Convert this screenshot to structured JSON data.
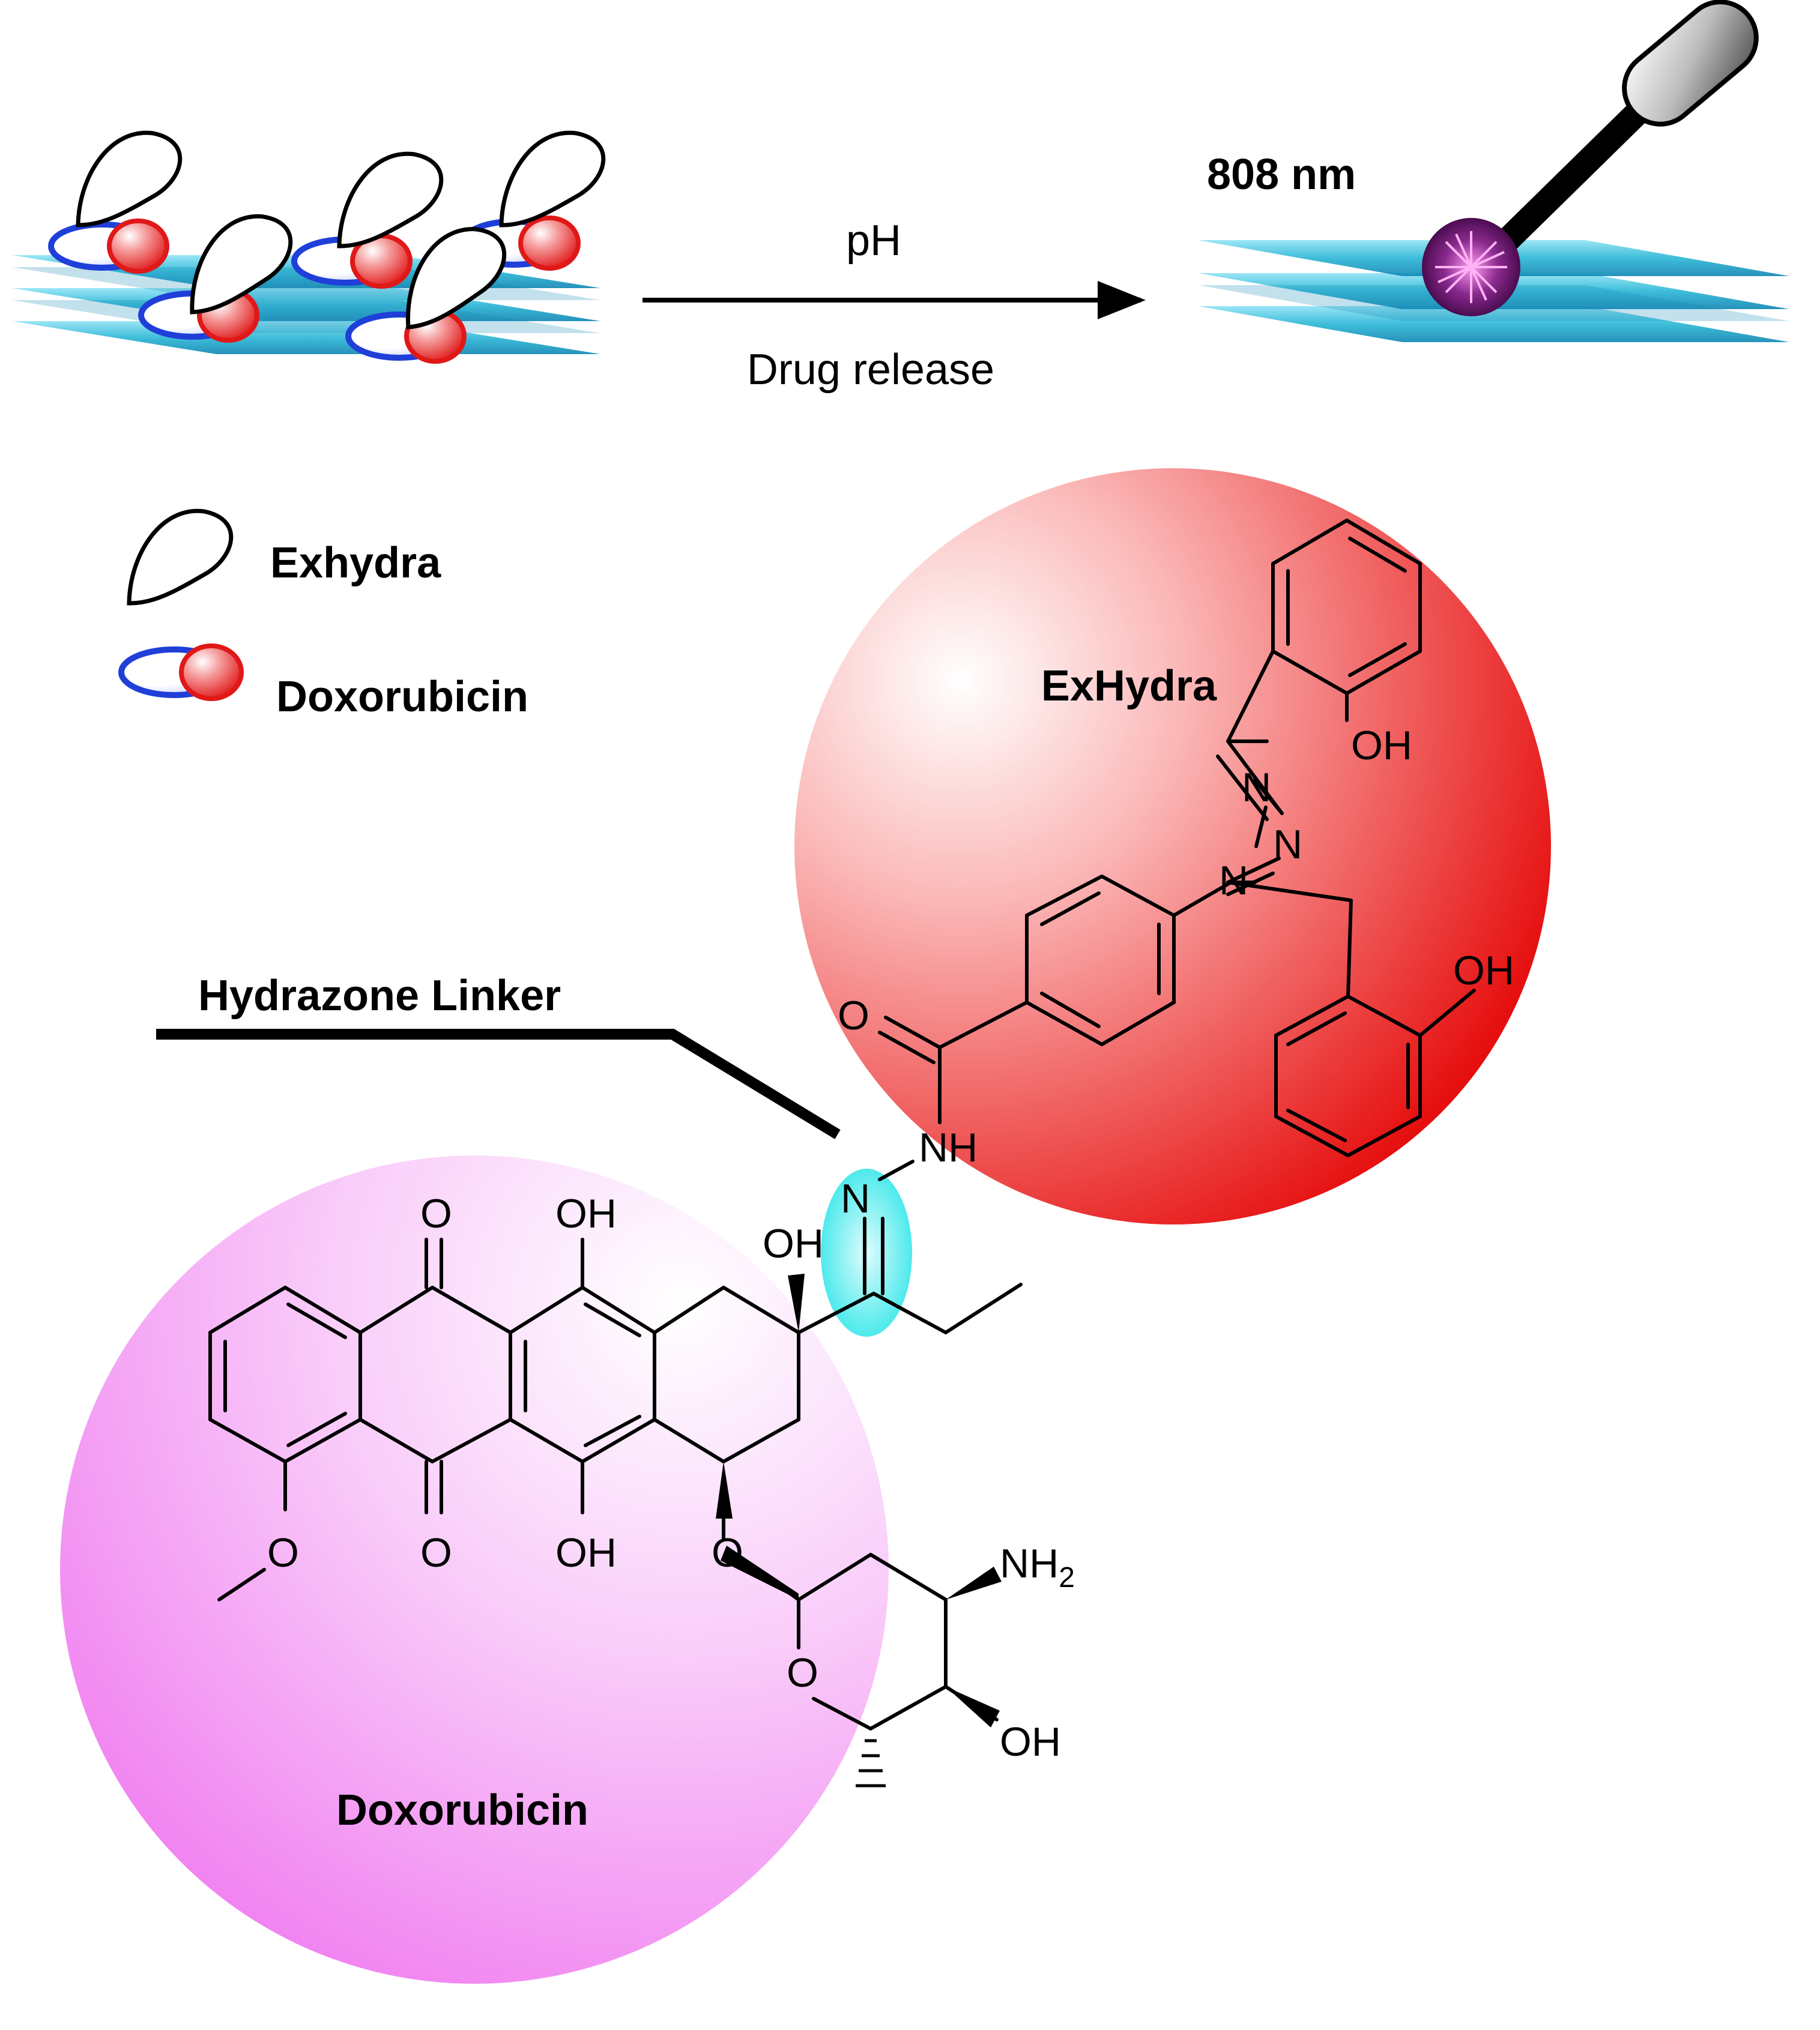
{
  "top_scheme": {
    "arrow_label_top": "pH",
    "arrow_label_bottom": "Drug release",
    "laser_label": "808 nm"
  },
  "legend": {
    "exhydra": "Exhydra",
    "doxorubicin": "Doxorubicin"
  },
  "structure": {
    "exhydra_label": "ExHydra",
    "doxorubicin_label": "Doxorubicin",
    "linker_label": "Hydrazone Linker",
    "atoms": {
      "oh": "OH",
      "o": "O",
      "n": "N",
      "nh": "NH",
      "nh2": "NH",
      "nh2_sub": "2"
    }
  },
  "colors": {
    "sheet": "#29b6d6",
    "sphere_red": "#ee1111",
    "sphere_pink": "#f07df0",
    "hydrazone_highlight": "#30e6e8",
    "dox_blue": "#1f3fd8",
    "dox_red": "#e01818",
    "laser_spot": "#5a0f5e"
  }
}
